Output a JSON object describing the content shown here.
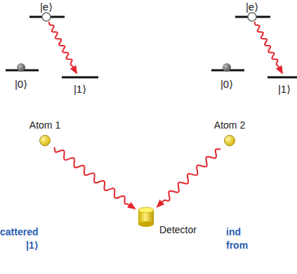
{
  "diagram": {
    "nodes": [
      {
        "text": [
          "Atom 1"
        ]
      },
      {
        "text": [
          "Atom 2"
        ]
      },
      {
        "text": [
          "Detector"
        ]
      }
    ],
    "edges": [
      {
        "from": 0,
        "to": 2,
        "arrow": "to"
      },
      {
        "from": 1,
        "to": 2,
        "arrow": "to"
      }
    ],
    "labels": [
      "|e⟩",
      "|0⟩",
      "|1⟩",
      "|e⟩",
      "|0⟩",
      "|1⟩",
      "cattered",
      "|1⟩",
      "ind",
      "from"
    ]
  }
}
